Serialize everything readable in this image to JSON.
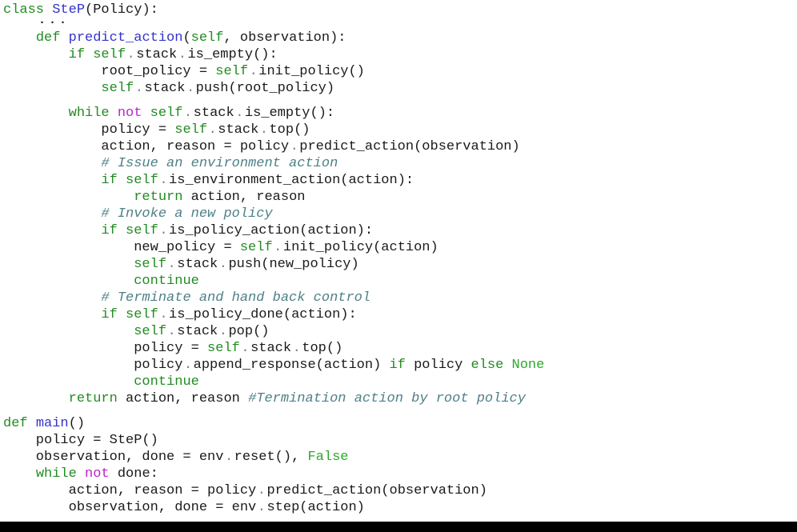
{
  "page": {
    "background": "#ffffff",
    "description": "Syntax-highlighted Python pseudocode listing of the SteP stacked-policy algorithm"
  },
  "colors": {
    "keyword_green": "#228B22",
    "builtin_green": "#2DA82D",
    "name_blue": "#3333CC",
    "not_magenta": "#BB23CC",
    "comment_teal": "#4E8088",
    "dot_gray": "#808080",
    "plain_text": "#1a1a1a",
    "bottom_bar_black": "#000000"
  },
  "bottom_bar": {
    "color": "#000000"
  },
  "code": {
    "language": "python",
    "lines": [
      {
        "type": "code",
        "segments": [
          {
            "t": "class",
            "c": "kw"
          },
          {
            "t": " ",
            "c": "p"
          },
          {
            "t": "SteP",
            "c": "n"
          },
          {
            "t": "(Policy):",
            "c": "p"
          }
        ]
      },
      {
        "type": "dots",
        "segments": [
          {
            "t": "···",
            "c": "p"
          }
        ]
      },
      {
        "type": "code",
        "segments": [
          {
            "t": "    ",
            "c": "p"
          },
          {
            "t": "def",
            "c": "kw"
          },
          {
            "t": " ",
            "c": "p"
          },
          {
            "t": "predict_action",
            "c": "n"
          },
          {
            "t": "(",
            "c": "p"
          },
          {
            "t": "self",
            "c": "kw"
          },
          {
            "t": ", observation):",
            "c": "p"
          }
        ]
      },
      {
        "type": "code",
        "segments": [
          {
            "t": "        ",
            "c": "p"
          },
          {
            "t": "if",
            "c": "kw"
          },
          {
            "t": " ",
            "c": "p"
          },
          {
            "t": "self",
            "c": "kw"
          },
          {
            "t": ".",
            "c": "d"
          },
          {
            "t": "stack",
            "c": "p"
          },
          {
            "t": ".",
            "c": "d"
          },
          {
            "t": "is_empty():",
            "c": "p"
          }
        ]
      },
      {
        "type": "code",
        "segments": [
          {
            "t": "            root_policy = ",
            "c": "p"
          },
          {
            "t": "self",
            "c": "kw"
          },
          {
            "t": ".",
            "c": "d"
          },
          {
            "t": "init_policy()",
            "c": "p"
          }
        ]
      },
      {
        "type": "code",
        "segments": [
          {
            "t": "            ",
            "c": "p"
          },
          {
            "t": "self",
            "c": "kw"
          },
          {
            "t": ".",
            "c": "d"
          },
          {
            "t": "stack",
            "c": "p"
          },
          {
            "t": ".",
            "c": "d"
          },
          {
            "t": "push(root_policy)",
            "c": "p"
          }
        ]
      },
      {
        "type": "blank",
        "segments": []
      },
      {
        "type": "code",
        "segments": [
          {
            "t": "        ",
            "c": "p"
          },
          {
            "t": "while",
            "c": "kw"
          },
          {
            "t": " ",
            "c": "p"
          },
          {
            "t": "not",
            "c": "m"
          },
          {
            "t": " ",
            "c": "p"
          },
          {
            "t": "self",
            "c": "kw"
          },
          {
            "t": ".",
            "c": "d"
          },
          {
            "t": "stack",
            "c": "p"
          },
          {
            "t": ".",
            "c": "d"
          },
          {
            "t": "is_empty():",
            "c": "p"
          }
        ]
      },
      {
        "type": "code",
        "segments": [
          {
            "t": "            policy = ",
            "c": "p"
          },
          {
            "t": "self",
            "c": "kw"
          },
          {
            "t": ".",
            "c": "d"
          },
          {
            "t": "stack",
            "c": "p"
          },
          {
            "t": ".",
            "c": "d"
          },
          {
            "t": "top()",
            "c": "p"
          }
        ]
      },
      {
        "type": "code",
        "segments": [
          {
            "t": "            action, reason = policy",
            "c": "p"
          },
          {
            "t": ".",
            "c": "d"
          },
          {
            "t": "predict_action(observation)",
            "c": "p"
          }
        ]
      },
      {
        "type": "code",
        "segments": [
          {
            "t": "            ",
            "c": "p"
          },
          {
            "t": "# Issue an environment action",
            "c": "cm"
          }
        ]
      },
      {
        "type": "code",
        "segments": [
          {
            "t": "            ",
            "c": "p"
          },
          {
            "t": "if",
            "c": "kw"
          },
          {
            "t": " ",
            "c": "p"
          },
          {
            "t": "self",
            "c": "kw"
          },
          {
            "t": ".",
            "c": "d"
          },
          {
            "t": "is_environment_action(action):",
            "c": "p"
          }
        ]
      },
      {
        "type": "code",
        "segments": [
          {
            "t": "                ",
            "c": "p"
          },
          {
            "t": "return",
            "c": "kw"
          },
          {
            "t": " action, reason",
            "c": "p"
          }
        ]
      },
      {
        "type": "code",
        "segments": [
          {
            "t": "            ",
            "c": "p"
          },
          {
            "t": "# Invoke a new policy",
            "c": "cm"
          }
        ]
      },
      {
        "type": "code",
        "segments": [
          {
            "t": "            ",
            "c": "p"
          },
          {
            "t": "if",
            "c": "kw"
          },
          {
            "t": " ",
            "c": "p"
          },
          {
            "t": "self",
            "c": "kw"
          },
          {
            "t": ".",
            "c": "d"
          },
          {
            "t": "is_policy_action(action):",
            "c": "p"
          }
        ]
      },
      {
        "type": "code",
        "segments": [
          {
            "t": "                new_policy = ",
            "c": "p"
          },
          {
            "t": "self",
            "c": "kw"
          },
          {
            "t": ".",
            "c": "d"
          },
          {
            "t": "init_policy(action)",
            "c": "p"
          }
        ]
      },
      {
        "type": "code",
        "segments": [
          {
            "t": "                ",
            "c": "p"
          },
          {
            "t": "self",
            "c": "kw"
          },
          {
            "t": ".",
            "c": "d"
          },
          {
            "t": "stack",
            "c": "p"
          },
          {
            "t": ".",
            "c": "d"
          },
          {
            "t": "push(new_policy)",
            "c": "p"
          }
        ]
      },
      {
        "type": "code",
        "segments": [
          {
            "t": "                ",
            "c": "p"
          },
          {
            "t": "continue",
            "c": "kw"
          }
        ]
      },
      {
        "type": "code",
        "segments": [
          {
            "t": "            ",
            "c": "p"
          },
          {
            "t": "# Terminate and hand back control",
            "c": "cm"
          }
        ]
      },
      {
        "type": "code",
        "segments": [
          {
            "t": "            ",
            "c": "p"
          },
          {
            "t": "if",
            "c": "kw"
          },
          {
            "t": " ",
            "c": "p"
          },
          {
            "t": "self",
            "c": "kw"
          },
          {
            "t": ".",
            "c": "d"
          },
          {
            "t": "is_policy_done(action):",
            "c": "p"
          }
        ]
      },
      {
        "type": "code",
        "segments": [
          {
            "t": "                ",
            "c": "p"
          },
          {
            "t": "self",
            "c": "kw"
          },
          {
            "t": ".",
            "c": "d"
          },
          {
            "t": "stack",
            "c": "p"
          },
          {
            "t": ".",
            "c": "d"
          },
          {
            "t": "pop()",
            "c": "p"
          }
        ]
      },
      {
        "type": "code",
        "segments": [
          {
            "t": "                policy = ",
            "c": "p"
          },
          {
            "t": "self",
            "c": "kw"
          },
          {
            "t": ".",
            "c": "d"
          },
          {
            "t": "stack",
            "c": "p"
          },
          {
            "t": ".",
            "c": "d"
          },
          {
            "t": "top()",
            "c": "p"
          }
        ]
      },
      {
        "type": "code",
        "segments": [
          {
            "t": "                policy",
            "c": "p"
          },
          {
            "t": ".",
            "c": "d"
          },
          {
            "t": "append_response(action) ",
            "c": "p"
          },
          {
            "t": "if",
            "c": "kw"
          },
          {
            "t": " policy ",
            "c": "p"
          },
          {
            "t": "else",
            "c": "kw"
          },
          {
            "t": " ",
            "c": "p"
          },
          {
            "t": "None",
            "c": "b"
          }
        ]
      },
      {
        "type": "code",
        "segments": [
          {
            "t": "                ",
            "c": "p"
          },
          {
            "t": "continue",
            "c": "kw"
          }
        ]
      },
      {
        "type": "code",
        "segments": [
          {
            "t": "        ",
            "c": "p"
          },
          {
            "t": "return",
            "c": "kw"
          },
          {
            "t": " action, reason ",
            "c": "p"
          },
          {
            "t": "#Termination action by root policy",
            "c": "cm"
          }
        ]
      },
      {
        "type": "blank",
        "segments": []
      },
      {
        "type": "code",
        "segments": [
          {
            "t": "def",
            "c": "kw"
          },
          {
            "t": " ",
            "c": "p"
          },
          {
            "t": "main",
            "c": "n"
          },
          {
            "t": "()",
            "c": "p"
          }
        ]
      },
      {
        "type": "code",
        "segments": [
          {
            "t": "    policy = SteP()",
            "c": "p"
          }
        ]
      },
      {
        "type": "code",
        "segments": [
          {
            "t": "    observation, done = env",
            "c": "p"
          },
          {
            "t": ".",
            "c": "d"
          },
          {
            "t": "reset(), ",
            "c": "p"
          },
          {
            "t": "False",
            "c": "b"
          }
        ]
      },
      {
        "type": "code",
        "segments": [
          {
            "t": "    ",
            "c": "p"
          },
          {
            "t": "while",
            "c": "kw"
          },
          {
            "t": " ",
            "c": "p"
          },
          {
            "t": "not",
            "c": "m"
          },
          {
            "t": " done:",
            "c": "p"
          }
        ]
      },
      {
        "type": "code",
        "segments": [
          {
            "t": "        action, reason = policy",
            "c": "p"
          },
          {
            "t": ".",
            "c": "d"
          },
          {
            "t": "predict_action(observation)",
            "c": "p"
          }
        ]
      },
      {
        "type": "code",
        "segments": [
          {
            "t": "        observation, done = env",
            "c": "p"
          },
          {
            "t": ".",
            "c": "d"
          },
          {
            "t": "step(action)",
            "c": "p"
          }
        ]
      }
    ]
  }
}
